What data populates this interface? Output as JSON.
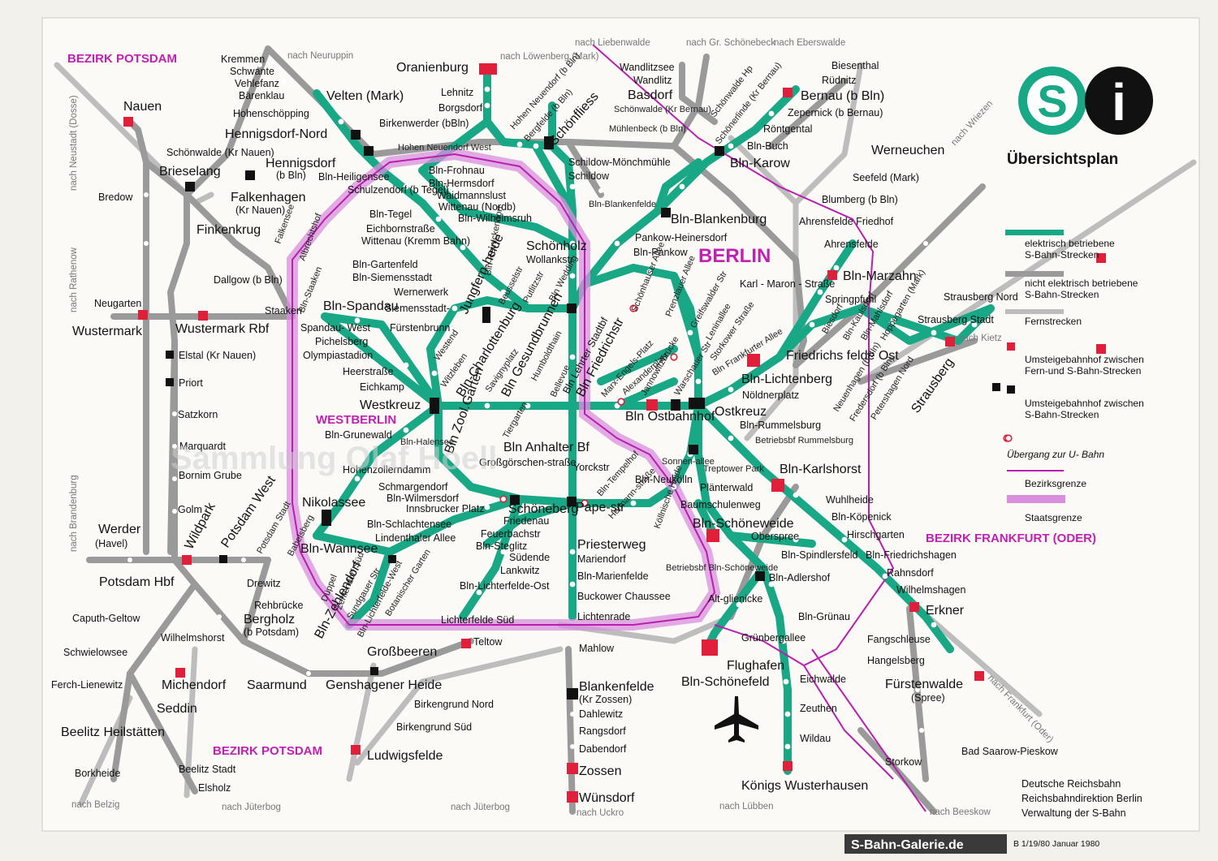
{
  "legend": {
    "title": "Übersichtsplan",
    "s_symbol": "S",
    "i_symbol": "i",
    "items": [
      {
        "kind": "electric",
        "text": "elektrisch betriebene S-Bahn-Strecken"
      },
      {
        "kind": "non_electric",
        "text": "nicht elektrisch betriebene S-Bahn-Strecken"
      },
      {
        "kind": "long_distance",
        "text": "Fernstrecken"
      },
      {
        "kind": "interchange_long",
        "text": "Umsteigebahnhof zwischen Fern-und S-Bahn-Strecken"
      },
      {
        "kind": "interchange_s",
        "text": "Umsteigebahnhof zwischen S-Bahn-Strecken"
      },
      {
        "kind": "ubahn",
        "text": "Übergang zur U- Bahn"
      },
      {
        "kind": "district_border",
        "text": "Bezirksgrenze"
      },
      {
        "kind": "state_border",
        "text": "Staatsgrenze"
      }
    ]
  },
  "regions": {
    "potsdam_top": "BEZIRK POTSDAM",
    "potsdam_bottom": "BEZIRK POTSDAM",
    "frankfurt": "BEZIRK FRANKFURT (ODER)",
    "westberlin": "WESTBERLIN",
    "berlin": "BERLIN"
  },
  "directions": {
    "neuruppin": "nach Neuruppin",
    "loewenberg": "nach Löwenberg (Mark)",
    "liebenwalde": "nach Liebenwalde",
    "schoenebeck": "nach Gr. Schönebeck",
    "eberswalde": "nach Eberswalde",
    "wriezen": "nach Wriezen",
    "kietz": "nach Kietz",
    "frankfurt": "nach Frankfurt (Oder)",
    "beeskow": "nach Beeskow",
    "luebben": "nach Lübben",
    "uckro": "nach Uckro",
    "jueterbog1": "nach Jüterbog",
    "jueterbog2": "nach Jüterbog",
    "belzig": "nach Belzig",
    "brandenburg": "nach Brandenburg",
    "rathenow": "nach Rathenow",
    "neustadt": "nach Neustadt (Dosse)"
  },
  "stations": {
    "oranienburg": "Oranienburg",
    "lehnitz": "Lehnitz",
    "borgsdorf": "Borgsdorf",
    "birkenwerder": "Birkenwerder (bBln)",
    "hohen_neuendorf": "Hohen Neuendorf",
    "hohen_neuendorf_west": "Hohen Neuendorf West",
    "kremmen": "Kremmen",
    "schwante": "Schwante",
    "vehlefanz": "Vehlefanz",
    "baerenklau": "Bärenklau",
    "velten": "Velten (Mark)",
    "hohenschoepping": "Hohenschöpping",
    "hennigsdorf_nord": "Hennigsdorf-Nord",
    "hennigsdorf": "Hennigsdorf",
    "hennigsdorf_sub": "(b Bln)",
    "schoenwalde_kr_nauen": "Schönwalde (Kr Nauen)",
    "brieselang": "Brieselang",
    "nauen": "Nauen",
    "falkenhagen": "Falkenhagen",
    "falkenhagen_sub": "(Kr Nauen)",
    "finkenkrug": "Finkenkrug",
    "falkensee": "Falkensee",
    "albrechtshof": "Albrechtshof",
    "bredow": "Bredow",
    "dallgow": "Dallgow (b Bln)",
    "staaken": "Staaken",
    "bln_staaken": "Bln-Staaken",
    "neugarten": "Neugarten",
    "wustermark": "Wustermark",
    "wustermark_rbf": "Wustermark Rbf",
    "elstal": "Elstal (Kr Nauen)",
    "priort": "Priort",
    "satzkorn": "Satzkorn",
    "marquardt": "Marquardt",
    "bornim": "Bornim Grube",
    "golm": "Golm",
    "werder": "Werder",
    "werder_sub": "(Havel)",
    "wildpark": "Wildpark",
    "potsdam_west": "Potsdam West",
    "potsdam_stadt": "Potsdam Stadt",
    "babelsberg": "Babelsberg",
    "potsdam_hbf": "Potsdam Hbf",
    "drewitz": "Drewitz",
    "rehbruecke": "Rehbrücke",
    "bergholz": "Bergholz",
    "bergholz_sub": "(b Potsdam)",
    "caputh": "Caputh-Geltow",
    "wilhelmshorst": "Wilhelmshorst",
    "schwielowsee": "Schwielowsee",
    "ferch": "Ferch-Lienewitz",
    "michendorf": "Michendorf",
    "seddin": "Seddin",
    "beelitz_hs": "Beelitz Heilstätten",
    "borkheide": "Borkheide",
    "beelitz_stadt": "Beelitz Stadt",
    "elsholz": "Elsholz",
    "saarmund": "Saarmund",
    "genshagener": "Genshagener Heide",
    "grossbeeren": "Großbeeren",
    "teltow": "Teltow",
    "birkengrund_nord": "Birkengrund Nord",
    "birkengrund_sued": "Birkengrund Süd",
    "ludwigsfelde": "Ludwigsfelde",
    "mahlow": "Mahlow",
    "blankenfelde_z": "Blankenfelde",
    "blankenfelde_z_sub": "(Kr Zossen)",
    "dahlewitz": "Dahlewitz",
    "rangsdorf": "Rangsdorf",
    "dabendorf": "Dabendorf",
    "zossen": "Zossen",
    "wuensdorf": "Wünsdorf",
    "flughafen": "Flughafen",
    "flughafen_2": "Bln-Schönefeld",
    "eichwalde": "Eichwalde",
    "zeuthen": "Zeuthen",
    "wildau": "Wildau",
    "koenigs_wh": "Königs Wusterhausen",
    "gruenbergallee": "Grünbergallee",
    "altglienicke": "Alt-glienicke",
    "bln_gruenau": "Bln-Grünau",
    "bln_adlershof": "Bln-Adlershof",
    "bln_spindlersfeld": "Bln-Spindlersfeld",
    "bln_schoeneweide": "Bln-Schöneweide",
    "oberspree": "Oberspree",
    "betriebsbf_sw": "Betriebsbf Bln-Schöneweide",
    "baumschulenweg": "Baumschulenweg",
    "plaenterwald": "Plänterwald",
    "treptower_park": "Treptower Park",
    "bln_karlshorst": "Bln-Karlshorst",
    "betriebsbf_rb": "Betriebsbf Rummelsburg",
    "bln_rummelsburg": "Bln-Rummelsburg",
    "wuhlheide": "Wuhlheide",
    "bln_koepenick": "Bln-Köpenick",
    "hirschgarten": "Hirschgarten",
    "bln_friedrichshagen": "Bln-Friedrichshagen",
    "rahnsdorf": "Rahnsdorf",
    "wilhelmshagen": "Wilhelmshagen",
    "erkner": "Erkner",
    "fangschleuse": "Fangschleuse",
    "hangelsberg": "Hangelsberg",
    "fuerstenwalde": "Fürstenwalde",
    "fuerstenwalde_sub": "(Spree)",
    "storkow": "Storkow",
    "bad_saarow": "Bad Saarow-Pieskow",
    "ostkreuz": "Ostkreuz",
    "noeldnerplatz": "Nöldnerplatz",
    "bln_lichtenberg": "Bln-Lichtenberg",
    "friedrichsfelde_ost": "Friedrichs felde Ost",
    "biesdorf": "Biesdorf",
    "bln_kaulsdorf": "Bln-Kaulsdorf",
    "bln_mahlsdorf": "Bln-Mahlsdorf",
    "hoppegarten": "Hoppegarten (Mark)",
    "neuenhagen": "Neuenhagen (b Bln)",
    "fredersdorf": "Fredersdorf (b Bln)",
    "petershagen": "Petershagen Nord",
    "strausberg": "Strausberg",
    "strausberg_stadt": "Strausberg Stadt",
    "strausberg_nord": "Strausberg Nord",
    "springpfuhl": "Springpfuhl",
    "bln_marzahn": "Bln-Marzahn",
    "ahrensfelde": "Ahrensfelde",
    "ahrensfelde_friedhof": "Ahrensfelde Friedhof",
    "blumberg": "Blumberg (b Bln)",
    "seefeld": "Seefeld (Mark)",
    "werneuchen": "Werneuchen",
    "bernau": "Bernau (b Bln)",
    "ruednitz": "Rüdnitz",
    "biesenthal": "Biesenthal",
    "zepernick": "Zepernick (b Bernau)",
    "roentgental": "Röntgental",
    "bln_buch": "Bln-Buch",
    "bln_karow": "Bln-Karow",
    "schoenow": "Schönfliess",
    "schildow_m": "Schildow-Mönchmühle",
    "schildow": "Schildow",
    "bln_blankenfelde": "Bln-Blankenfelde",
    "bln_blankenburg": "Bln-Blankenburg",
    "pankow_heinersdorf": "Pankow-Heinersdorf",
    "bln_pankow": "Bln-Pankow",
    "schoenhauser": "Schönhauser Allee",
    "prenzlauer": "Prenzlauer Allee",
    "greifswalder": "Greifswalder Str",
    "leninallee": "Leninallee",
    "storkower": "Storkower Straße",
    "bln_frankfurter": "Bln Frankfurter Allee",
    "karl_maron": "Karl - Maron - Straße",
    "wandlitzsee": "Wandlitzsee",
    "wandlitz": "Wandlitz",
    "basdorf": "Basdorf",
    "schoenwalde_b": "Schönwalde (Kr Bernau)",
    "muehlenbeck": "Mühlenbeck (b Bln)",
    "schoenwalde_hp": "Schönwalde Hp",
    "schoenerlinde": "Schönerlinde (Kr Bernau)",
    "bergfelde": "Bergfelde (b Bln)",
    "hohen_neuendorf_b": "Hohen Neuendorf (b Bln)",
    "bln_heiligensee": "Bln-Heiligensee",
    "schulzendorf": "Schulzendorf (b Tegel)",
    "bln_frohnau": "Bln-Frohnau",
    "bln_hermsdorf": "Bln-Hermsdorf",
    "waidmannslust": "Waidmannslust",
    "wittenau_nordb": "Wittenau (Nordb)",
    "bln_wilhelmsruh": "Bln-Wilhelmsruh",
    "bln_tegel": "Bln-Tegel",
    "eichbornstrasse": "Eichbornstraße",
    "wittenau_kremm": "Wittenau (Kremm Bahn)",
    "bln_reinickendorf": "Bln-Reinickendorf",
    "schoenholz": "Schönholz",
    "wollankstr": "Wollankstr",
    "bln_gartenfeld": "Bln-Gartenfeld",
    "bln_siemensstadt": "Bln-Siemensstadt",
    "wernerwerk": "Wernerwerk",
    "siemensstadt": "Siemensstadt-",
    "fuerstenbrunn": "Fürstenbrunn",
    "jungfernheide": "Jungfern-heide",
    "beusselstr": "Beusselstr",
    "putlitzstr": "Putlitzstr",
    "bln_wedding": "Bln Wedding",
    "bln_spandau": "Bln-Spandau",
    "spandau_west": "Spandau- West",
    "pichelsberg": "Pichelsberg",
    "olympiastadion": "Olympiastadion",
    "heerstrasse": "Heerstraße",
    "eichkamp": "Eichkamp",
    "westkreuz": "Westkreuz",
    "westend": "Westend",
    "witzleben": "Witzleben",
    "charlottenburg": "Bln-Charlottenburg",
    "savignyplatz": "Savignyplatz",
    "gesundbrunnen": "Bln Gesundbrunnen",
    "humboldthain": "Humboldthain",
    "bellevue": "Bellevue",
    "lehrter": "Bln Lehrter Stadtbf",
    "friedrichstr": "Bln Friedrichstr",
    "marx_engels": "Marx-Engels-Platz",
    "alexanderplatz": "Alexanderplatz",
    "jannowitz": "Jannowitzbrücke",
    "warschauer": "Warschauer Str",
    "bln_ostbf": "Bln Ostbahnhof",
    "zoo": "Bln Zool.Garten",
    "tiergarten": "Tiergarten",
    "anhalter": "Bln Anhalter Bf",
    "grossgoerschen": "Großgörschen-straße",
    "yorckstr": "Yorckstr",
    "bln_tempelhof": "Bln-Tempelhof",
    "bln_neukoelln": "Bln-Neukölln",
    "sonnenallee": "Sonnen-allee",
    "koellnische": "Köllnische Heide",
    "hermannstr": "Hermann-straße",
    "papestr": "Pape-str",
    "schoeneberg": "Schöneberg",
    "innsbrucker": "Innsbrucker Platz",
    "friedenau": "Friedenau",
    "feuerbachstr": "Feuerbachstr",
    "bln_steglitz": "Bln-Steglitz",
    "suedende": "Südende",
    "lankwitz": "Lankwitz",
    "lichterfelde_ost": "Bln-Lichterfelde-Ost",
    "lichterfelde_sued": "Lichterfelde Süd",
    "priesterweg": "Priesterweg",
    "mariendorf": "Mariendorf",
    "bln_marienfelde": "Bln-Marienfelde",
    "buckower": "Buckower Chaussee",
    "lichtenrade": "Lichtenrade",
    "bln_grunewald": "Bln-Grunewald",
    "halensee": "Bln-Halensee",
    "hohenzollerndamm": "Hohenzollerndamm",
    "schmargendorf": "Schmargendorf",
    "wilmersdorf": "Bln-Wilmersdorf",
    "schlachtensee": "Bln-Schlachtensee",
    "nikolassee": "Nikolassee",
    "bln_wannsee": "Bln-Wannsee",
    "lindenthaler": "Lindenthaler Allee",
    "dueppel": "Düppel",
    "zehlendorf_sued": "Zehlendorf Süd",
    "bln_zehlendorf": "Bln-Zehlendorf",
    "sundgauer": "Sundgauer Str",
    "lichterfelde_west": "Bln-Lichterfelde-West",
    "botanischer": "Botanischer Garten",
    "birkenwerder_short": "Birkenwerder"
  },
  "footer": {
    "line1": "Deutsche Reichsbahn",
    "line2": "Reichsbahndirektion Berlin",
    "line3": "Verwaltung der S-Bahn",
    "ref": "B 1/19/80 Januar 1980",
    "credit": "S-Bahn-Galerie.de",
    "watermark": "Sammlung Olaf Hoell"
  },
  "colors": {
    "electric": "#19a886",
    "non_electric": "#9a9a9a",
    "long_distance": "#b8b8b8",
    "interchange_long": "#e0203a",
    "interchange_s": "#111111",
    "ubahn": "#e0203a",
    "district_border": "#b81fb0",
    "state_border": "#c05ac8",
    "background": "#f3f1ec"
  }
}
